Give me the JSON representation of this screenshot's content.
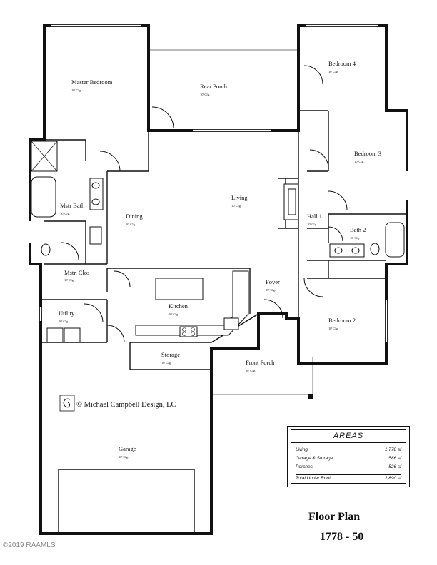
{
  "rooms": {
    "master_bedroom": {
      "label": "Master Bedroom",
      "size": "10' Clg."
    },
    "rear_porch": {
      "label": "Rear Porch",
      "size": "10' Clg."
    },
    "bedroom_4": {
      "label": "Bedroom 4",
      "size": "10' Clg."
    },
    "bedroom_3": {
      "label": "Bedroom 3",
      "size": "10' Clg."
    },
    "living": {
      "label": "Living",
      "size": "10' Clg."
    },
    "mstr_bath": {
      "label": "Mstr Bath",
      "size": "10' Clg."
    },
    "dining": {
      "label": "Dining",
      "size": "10' Clg."
    },
    "hall_1": {
      "label": "Hall 1",
      "size": "10' Clg."
    },
    "bath_2": {
      "label": "Bath 2",
      "size": "10' Clg."
    },
    "mstr_cl": {
      "label": "Mstr. Clos",
      "size": "10' Clg."
    },
    "foyer": {
      "label": "Foyer",
      "size": "10' Clg."
    },
    "kitchen": {
      "label": "Kitchen",
      "size": "10' Clg."
    },
    "utility": {
      "label": "Utility",
      "size": "10' Clg."
    },
    "bedroom_2": {
      "label": "Bedroom 2",
      "size": "10' Clg."
    },
    "storage": {
      "label": "Storage",
      "size": "10' Clg."
    },
    "front_porch": {
      "label": "Front Porch",
      "size": "10' Clg."
    },
    "garage": {
      "label": "Garage",
      "size": "10' Clg."
    }
  },
  "copyright": "© Michael Campbell Design, LC",
  "areas": {
    "title": "AREAS",
    "rows": [
      {
        "label": "Living",
        "value": "1,778 sf"
      },
      {
        "label": "Garage & Storage",
        "value": "586 sf"
      },
      {
        "label": "Porches",
        "value": "526 sf"
      }
    ],
    "total": {
      "label": "Total Under Roof",
      "value": "2,890 sf"
    }
  },
  "title": "Floor Plan",
  "plan_number": "1778 - 50",
  "watermark": "©2019 RAAMLS"
}
